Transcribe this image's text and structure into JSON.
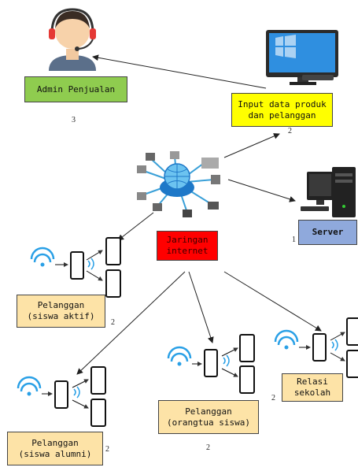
{
  "nodes": {
    "admin": {
      "label": "Admin Penjualan",
      "number": "3"
    },
    "input": {
      "label": "Input data produk\ndan pelanggan",
      "number": "2"
    },
    "server": {
      "label": "Server",
      "number": "1"
    },
    "internet": {
      "label": "Jaringan\ninternet"
    },
    "siswa_aktif": {
      "label": "Pelanggan\n(siswa aktif)",
      "number": "2"
    },
    "siswa_alumni": {
      "label": "Pelanggan\n(siswa alumni)",
      "number": "2"
    },
    "orangtua": {
      "label": "Pelanggan\n(orangtua siswa)",
      "number": "2"
    },
    "relasi": {
      "label": "Relasi\nsekolah",
      "number": "2"
    }
  },
  "colors": {
    "green": "#8fcc4f",
    "yellow": "#ffff00",
    "blue": "#8fa9dc",
    "red": "#ff0000",
    "tan": "#fde3a7"
  },
  "icons": [
    "admin-headset-icon",
    "desktop-computer-icon",
    "server-computer-icon",
    "network-hub-icon",
    "wifi-icon",
    "smartphone-icon"
  ]
}
